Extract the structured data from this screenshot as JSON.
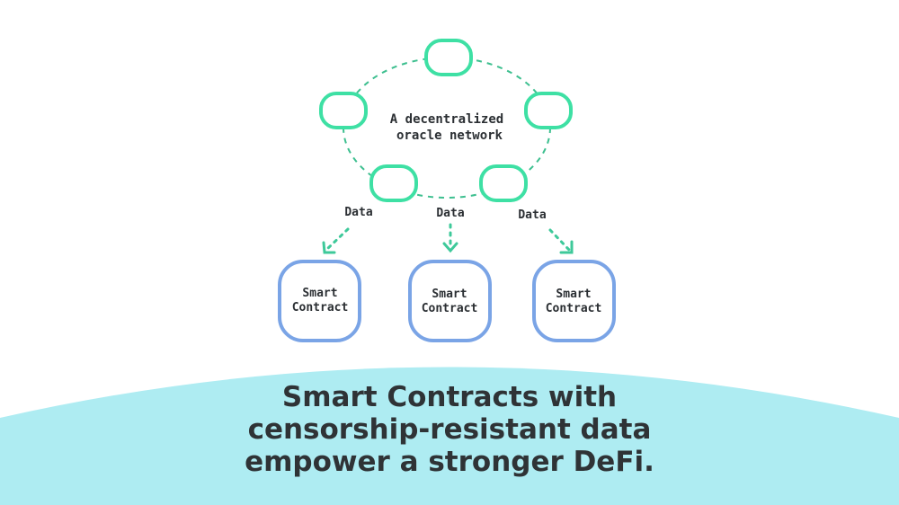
{
  "network": {
    "label_lines": [
      "A decentralized",
      "oracle network"
    ],
    "node_color": "#3ee0a4",
    "ring_color": "#3dbf8f"
  },
  "flows": {
    "labels": [
      "Data",
      "Data",
      "Data"
    ],
    "arrow_color": "#3ec99a"
  },
  "contracts": [
    {
      "lines": [
        "Smart",
        "Contract"
      ]
    },
    {
      "lines": [
        "Smart",
        "Contract"
      ]
    },
    {
      "lines": [
        "Smart",
        "Contract"
      ]
    }
  ],
  "contract_border_color": "#7aa4e6",
  "caption": {
    "lines": [
      "Smart Contracts with",
      "censorship-resistant data",
      "empower a stronger DeFi."
    ]
  },
  "background": {
    "hill_color": "#aeecf2"
  }
}
